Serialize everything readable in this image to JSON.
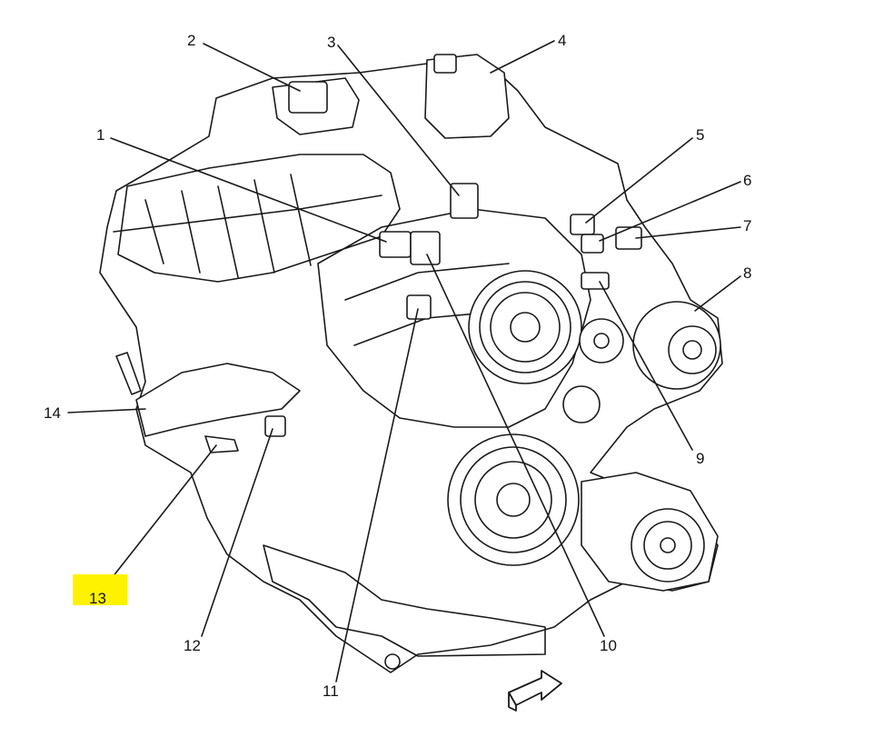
{
  "colors": {
    "line": "#1a1a1a",
    "paper": "#ffffff",
    "highlight": "#fff200"
  },
  "callouts": [
    {
      "id": 1,
      "label": "1"
    },
    {
      "id": 2,
      "label": "2"
    },
    {
      "id": 3,
      "label": "3"
    },
    {
      "id": 4,
      "label": "4"
    },
    {
      "id": 5,
      "label": "5"
    },
    {
      "id": 6,
      "label": "6"
    },
    {
      "id": 7,
      "label": "7"
    },
    {
      "id": 8,
      "label": "8"
    },
    {
      "id": 9,
      "label": "9"
    },
    {
      "id": 10,
      "label": "10"
    },
    {
      "id": 11,
      "label": "11"
    },
    {
      "id": 12,
      "label": "12"
    },
    {
      "id": 13,
      "label": "13",
      "highlighted": true
    },
    {
      "id": 14,
      "label": "14"
    }
  ],
  "icons": [
    "engine-illustration",
    "front-direction-arrow-icon"
  ]
}
